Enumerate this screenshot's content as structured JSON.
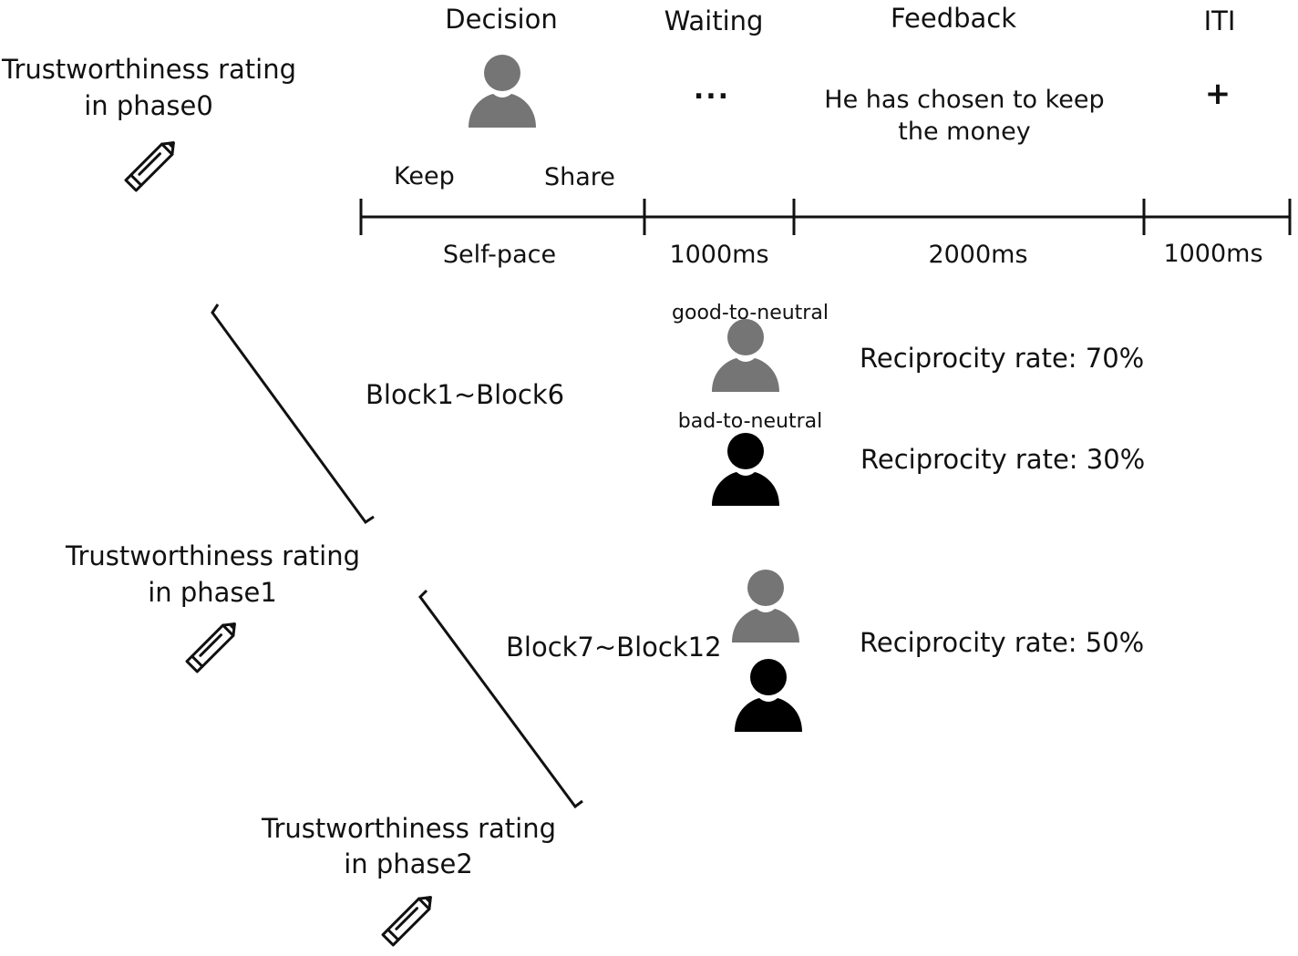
{
  "phases": [
    {
      "label": "Decision",
      "duration": "Self-pace"
    },
    {
      "label": "Waiting",
      "duration": "1000ms"
    },
    {
      "label": "Feedback",
      "duration": "2000ms"
    },
    {
      "label": "ITI",
      "duration": "1000ms"
    }
  ],
  "decision": {
    "keep": "Keep",
    "share": "Share"
  },
  "waiting_glyph": "...",
  "feedback_text": [
    "He has chosen to keep",
    "the money"
  ],
  "iti_glyph": "+",
  "ratings": [
    [
      "Trustworthiness rating",
      "in phase0"
    ],
    [
      "Trustworthiness rating",
      "in phase1"
    ],
    [
      "Trustworthiness rating",
      "in phase2"
    ]
  ],
  "blocks": [
    {
      "label": "Block1~Block6",
      "partners": [
        {
          "name": "good-to-neutral",
          "color": "#757575",
          "rate_text": "Reciprocity rate: 70%"
        },
        {
          "name": "bad-to-neutral",
          "color": "#000000",
          "rate_text": "Reciprocity rate: 30%"
        }
      ]
    },
    {
      "label": "Block7~Block12",
      "partners": [
        {
          "color": "#757575"
        },
        {
          "color": "#000000"
        }
      ],
      "rate_text": "Reciprocity rate: 50%"
    }
  ],
  "icons": {
    "person": "person-icon",
    "pencil": "pencil-icon"
  }
}
